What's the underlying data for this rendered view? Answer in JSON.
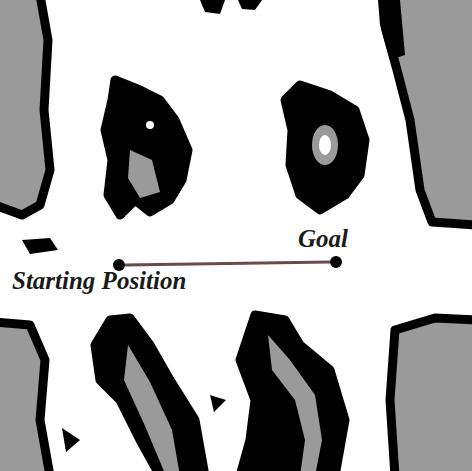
{
  "diagram": {
    "nodes": [
      {
        "text": [
          "Starting Position"
        ]
      },
      {
        "text": [
          "Goal"
        ]
      }
    ],
    "edges": [
      {
        "from": 0,
        "to": 1,
        "arrow": "none"
      }
    ]
  }
}
